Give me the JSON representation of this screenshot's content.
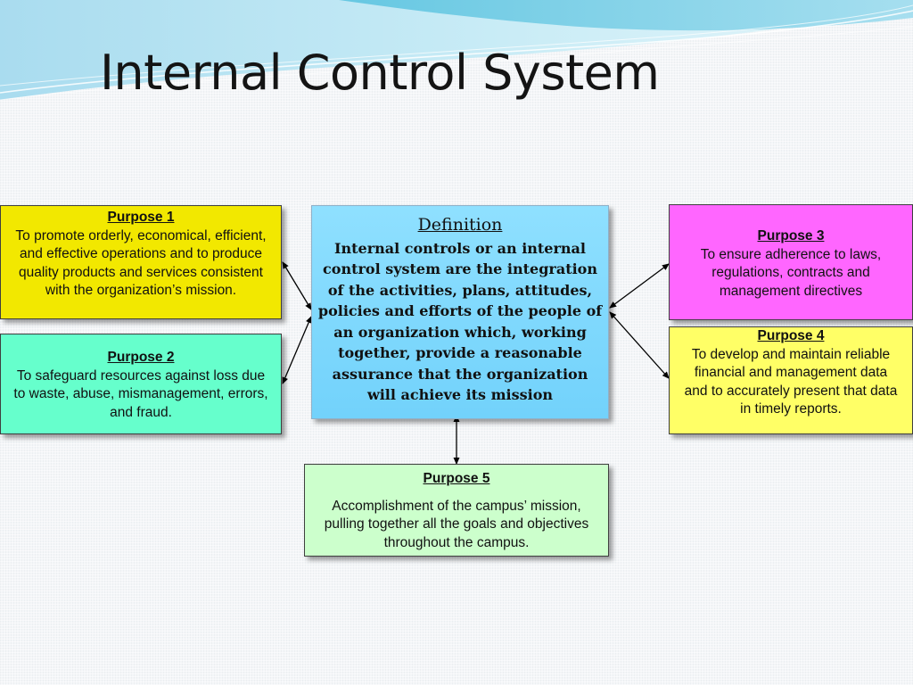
{
  "slide": {
    "title": "Internal Control System"
  },
  "definition": {
    "heading": "Definition",
    "text": "Internal controls or an internal control system are the integration of the activities, plans, attitudes, policies and efforts of the people of an organization which, working together, provide a reasonable assurance that the organization will achieve its mission"
  },
  "purposes": [
    {
      "heading": "Purpose 1",
      "text": "To promote orderly, economical, efficient, and effective operations and to produce quality products and services consistent with the organization’s mission.",
      "color": "#f2e800"
    },
    {
      "heading": "Purpose 2",
      "text": "To safeguard resources against loss due to waste, abuse, mismanagement, errors, and fraud.",
      "color": "#66ffcc"
    },
    {
      "heading": "Purpose 3",
      "text": "To ensure adherence to laws, regulations, contracts and management directives",
      "color": "#ff66ff"
    },
    {
      "heading": "Purpose 4",
      "text": "To develop and maintain reliable financial and management data and to accurately present that data in timely reports.",
      "color": "#ffff66"
    },
    {
      "heading": "Purpose 5",
      "text": "Accomplishment of the campus’ mission, pulling together all the goals and objectives throughout the campus.",
      "color": "#ccffcc"
    }
  ],
  "colors": {
    "definition_fill": "#80d8ff",
    "connector": "#000000"
  }
}
